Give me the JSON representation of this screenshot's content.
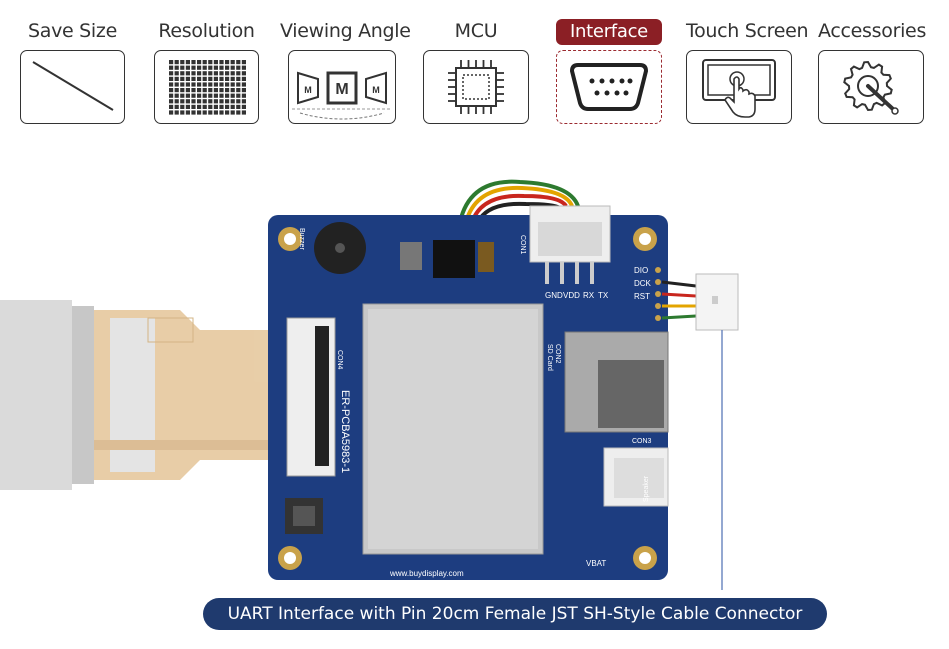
{
  "tabs": [
    {
      "label": "Save Size",
      "icon": "diagonal-size-icon",
      "active": false
    },
    {
      "label": "Resolution",
      "icon": "pixel-grid-icon",
      "active": false
    },
    {
      "label": "Viewing Angle",
      "icon": "viewing-angle-icon",
      "active": false
    },
    {
      "label": "MCU",
      "icon": "chip-icon",
      "active": false
    },
    {
      "label": "Interface",
      "icon": "serial-port-icon",
      "active": true
    },
    {
      "label": "Touch Screen",
      "icon": "touch-hand-icon",
      "active": false
    },
    {
      "label": "Accessories",
      "icon": "gear-wrench-icon",
      "active": false
    }
  ],
  "board": {
    "model": "ER-PCBA5983-1",
    "url": "www.buydisplay.com",
    "connector_pins": [
      "GND",
      "VDD",
      "RX",
      "TX"
    ],
    "side_labels": [
      "DIO",
      "DCK",
      "RST"
    ],
    "labels": {
      "con1": "CON1",
      "sd": "SD Card",
      "con2": "CON2",
      "con3": "CON3",
      "con4": "CON4",
      "buzzer": "Buzzer",
      "vbat": "VBAT",
      "speaker": "Speaker"
    }
  },
  "icon_text": {
    "m": "M"
  },
  "caption": "UART Interface with  Pin 20cm Female JST SH-Style Cable Connector",
  "colors": {
    "accent": "#8b1f25",
    "pcb": "#1d3d80",
    "caption_bg": "#1f3a6e"
  }
}
